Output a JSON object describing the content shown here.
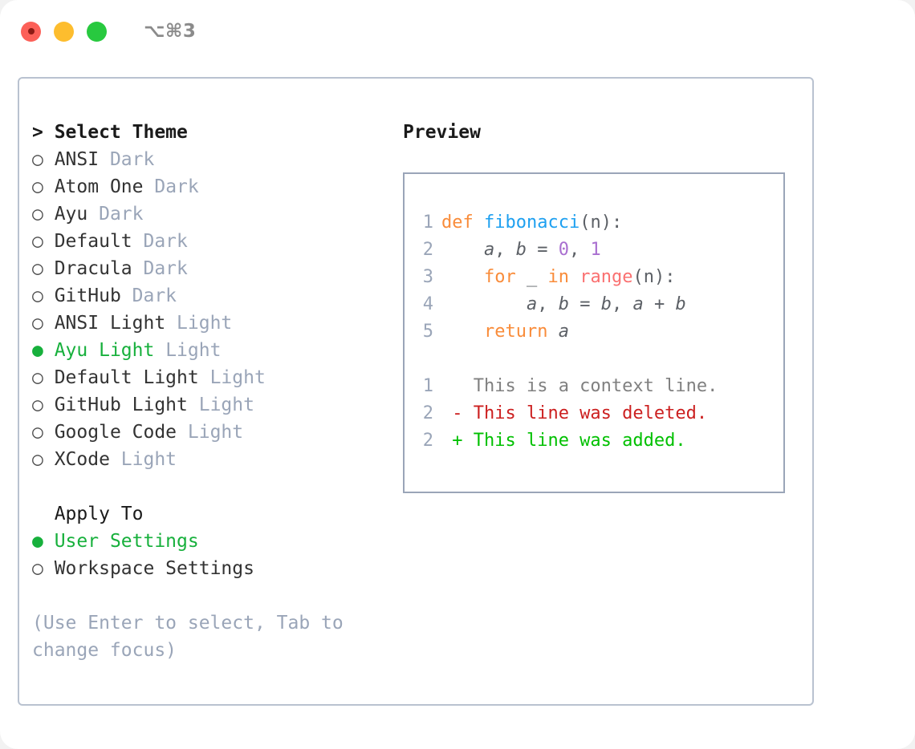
{
  "window": {
    "shortcut": "⌥⌘3",
    "traffic_lights": [
      "close",
      "minimize",
      "maximize"
    ]
  },
  "theme_list": {
    "header": "> Select Theme",
    "items": [
      {
        "marker": "○",
        "label": "ANSI",
        "suffix": "Dark",
        "selected": false
      },
      {
        "marker": "○",
        "label": "Atom One",
        "suffix": "Dark",
        "selected": false
      },
      {
        "marker": "○",
        "label": "Ayu",
        "suffix": "Dark",
        "selected": false
      },
      {
        "marker": "○",
        "label": "Default",
        "suffix": "Dark",
        "selected": false
      },
      {
        "marker": "○",
        "label": "Dracula",
        "suffix": "Dark",
        "selected": false
      },
      {
        "marker": "○",
        "label": "GitHub",
        "suffix": "Dark",
        "selected": false
      },
      {
        "marker": "○",
        "label": "ANSI Light",
        "suffix": "Light",
        "selected": false
      },
      {
        "marker": "●",
        "label": "Ayu Light",
        "suffix": "Light",
        "selected": true
      },
      {
        "marker": "○",
        "label": "Default Light",
        "suffix": "Light",
        "selected": false
      },
      {
        "marker": "○",
        "label": "GitHub Light",
        "suffix": "Light",
        "selected": false
      },
      {
        "marker": "○",
        "label": "Google Code",
        "suffix": "Light",
        "selected": false
      },
      {
        "marker": "○",
        "label": "XCode",
        "suffix": "Light",
        "selected": false
      }
    ]
  },
  "apply_to": {
    "header": "  Apply To",
    "items": [
      {
        "marker": "●",
        "label": "User Settings",
        "selected": true
      },
      {
        "marker": "○",
        "label": "Workspace Settings",
        "selected": false
      }
    ]
  },
  "hint": "(Use Enter to select, Tab to change focus)",
  "preview": {
    "title": "Preview",
    "code": [
      {
        "num": "1",
        "tokens": [
          {
            "t": "def ",
            "c": "kw"
          },
          {
            "t": "fibonacci",
            "c": "fn"
          },
          {
            "t": "(n):",
            "c": "pl"
          }
        ]
      },
      {
        "num": "2",
        "tokens": [
          {
            "t": "    ",
            "c": "pl"
          },
          {
            "t": "a",
            "c": "var"
          },
          {
            "t": ", ",
            "c": "pl"
          },
          {
            "t": "b",
            "c": "var"
          },
          {
            "t": " = ",
            "c": "pl"
          },
          {
            "t": "0",
            "c": "num"
          },
          {
            "t": ", ",
            "c": "pl"
          },
          {
            "t": "1",
            "c": "num"
          }
        ]
      },
      {
        "num": "3",
        "tokens": [
          {
            "t": "    ",
            "c": "pl"
          },
          {
            "t": "for",
            "c": "kw"
          },
          {
            "t": " _ ",
            "c": "pl"
          },
          {
            "t": "in",
            "c": "kw"
          },
          {
            "t": " ",
            "c": "pl"
          },
          {
            "t": "range",
            "c": "bi"
          },
          {
            "t": "(n):",
            "c": "pl"
          }
        ]
      },
      {
        "num": "4",
        "tokens": [
          {
            "t": "        ",
            "c": "pl"
          },
          {
            "t": "a",
            "c": "var"
          },
          {
            "t": ", ",
            "c": "pl"
          },
          {
            "t": "b",
            "c": "var"
          },
          {
            "t": " = ",
            "c": "pl"
          },
          {
            "t": "b",
            "c": "var"
          },
          {
            "t": ", ",
            "c": "pl"
          },
          {
            "t": "a",
            "c": "var"
          },
          {
            "t": " + ",
            "c": "pl"
          },
          {
            "t": "b",
            "c": "var"
          }
        ]
      },
      {
        "num": "5",
        "tokens": [
          {
            "t": "    ",
            "c": "pl"
          },
          {
            "t": "return",
            "c": "kw"
          },
          {
            "t": " ",
            "c": "pl"
          },
          {
            "t": "a",
            "c": "var"
          }
        ]
      }
    ],
    "diff": [
      {
        "num": "1",
        "sign": " ",
        "text": "This is a context line.",
        "kind": "ctx"
      },
      {
        "num": "2",
        "sign": "-",
        "text": "This line was deleted.",
        "kind": "del"
      },
      {
        "num": "2",
        "sign": "+",
        "text": "This line was added.",
        "kind": "add"
      }
    ]
  },
  "colors": {
    "selected_green": "#17b03c",
    "muted": "#9aa5b8",
    "keyword": "#f98c3a",
    "function": "#1ea0f0",
    "builtin": "#fa7070",
    "number": "#a96fd0",
    "diff_delete": "#cc2020",
    "diff_add": "#00c000",
    "card_border": "#b9c2d0",
    "preview_border": "#9aa5b8"
  }
}
